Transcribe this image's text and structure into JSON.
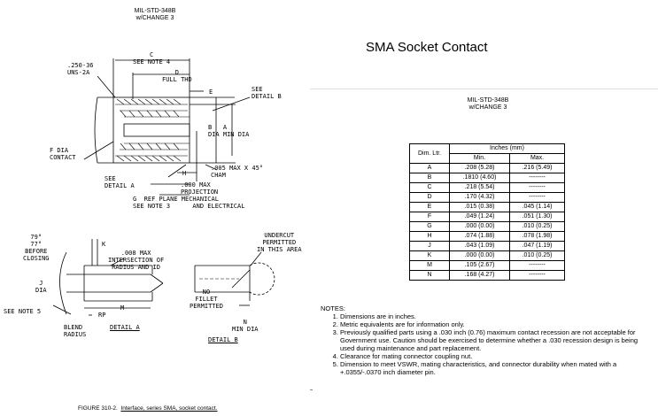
{
  "left_header": {
    "line1": "MIL-STD-348B",
    "line2": "w/CHANGE 3"
  },
  "slide_title": "SMA Socket Contact",
  "right_header": {
    "line1": "MIL-STD-348B",
    "line2": "w/CHANGE 3"
  },
  "drawing_labels": {
    "thread": ".250-36\nUNS-2A",
    "c_note": "C\nSEE NOTE 4",
    "d_full": "D\nFULL THD",
    "e": "E",
    "see_detail_b": "SEE\nDETAIL B",
    "b_a": "B   A\nDIA MIN DIA",
    "f_dia": "F DIA\nCONTACT",
    "h": "H",
    "cham": ".005 MAX X 45°\nCHAM",
    "see_detail_a": "SEE\nDETAIL A",
    "projection": ".000 MAX\nPROJECTION",
    "g_ref": "G  REF PLANE MECHANICAL\nSEE NOTE 3      AND ELECTRICAL",
    "angles": "79°\n77°\nBEFORE\nCLOSING",
    "k": "K",
    "intersection": ".008 MAX\nINTERSECTION OF\nRADIUS AND ID",
    "j_dia": "J\nDIA",
    "see_note_5": "SEE NOTE 5",
    "rp": "RP",
    "m": "M",
    "blend": "BLEND\nRADIUS",
    "detail_a": "DETAIL A",
    "undercut": "UNDERCUT\nPERMITTED\nIN THIS AREA",
    "no_fillet": "NO\nFILLET\nPERMITTED",
    "n_min": "N\nMIN DIA",
    "detail_b": "DETAIL B"
  },
  "table": {
    "dim_header": "Dim. Ltr.",
    "inches_header": "Inches (mm)",
    "min_header": "Min.",
    "max_header": "Max.",
    "rows": [
      {
        "ltr": "A",
        "min": ".208 (5.28)",
        "max": ".216 (5.49)"
      },
      {
        "ltr": "B",
        "min": ".1810 (4.60)",
        "max": "--------"
      },
      {
        "ltr": "C",
        "min": ".218 (5.54)",
        "max": "--------"
      },
      {
        "ltr": "D",
        "min": ".170 (4.32)",
        "max": "--------"
      },
      {
        "ltr": "E",
        "min": ".015 (0.38)",
        "max": ".045 (1.14)"
      },
      {
        "ltr": "F",
        "min": ".049 (1.24)",
        "max": ".051 (1.30)"
      },
      {
        "ltr": "G",
        "min": ".000 (0.00)",
        "max": ".010 (0.25)"
      },
      {
        "ltr": "H",
        "min": ".074 (1.88)",
        "max": ".078 (1.98)"
      },
      {
        "ltr": "J",
        "min": ".043 (1.09)",
        "max": ".047 (1.19)"
      },
      {
        "ltr": "K",
        "min": ".000 (0.00)",
        "max": ".010 (0.25)"
      },
      {
        "ltr": "M",
        "min": ".105 (2.67)",
        "max": "--------"
      },
      {
        "ltr": "N",
        "min": ".168 (4.27)",
        "max": "--------"
      }
    ]
  },
  "notes": {
    "heading": "NOTES:",
    "items": [
      "Dimensions are in inches.",
      "Metric equivalents are for information only.",
      "Previously qualified parts using a .030 inch (0.76) maximum contact recession are not acceptable for Government use.  Caution should be exercised to determine whether a .030 recession design is being used during maintenance and part replacement.",
      "Clearance for mating connector coupling nut.",
      "Dimension to meet VSWR, mating characteristics, and connector durability when mated with a +.0355/-.0370 inch diameter pin."
    ]
  },
  "caption": {
    "prefix": "FIGURE 310-2.",
    "text": "Interface, series SMA, socket contact."
  }
}
